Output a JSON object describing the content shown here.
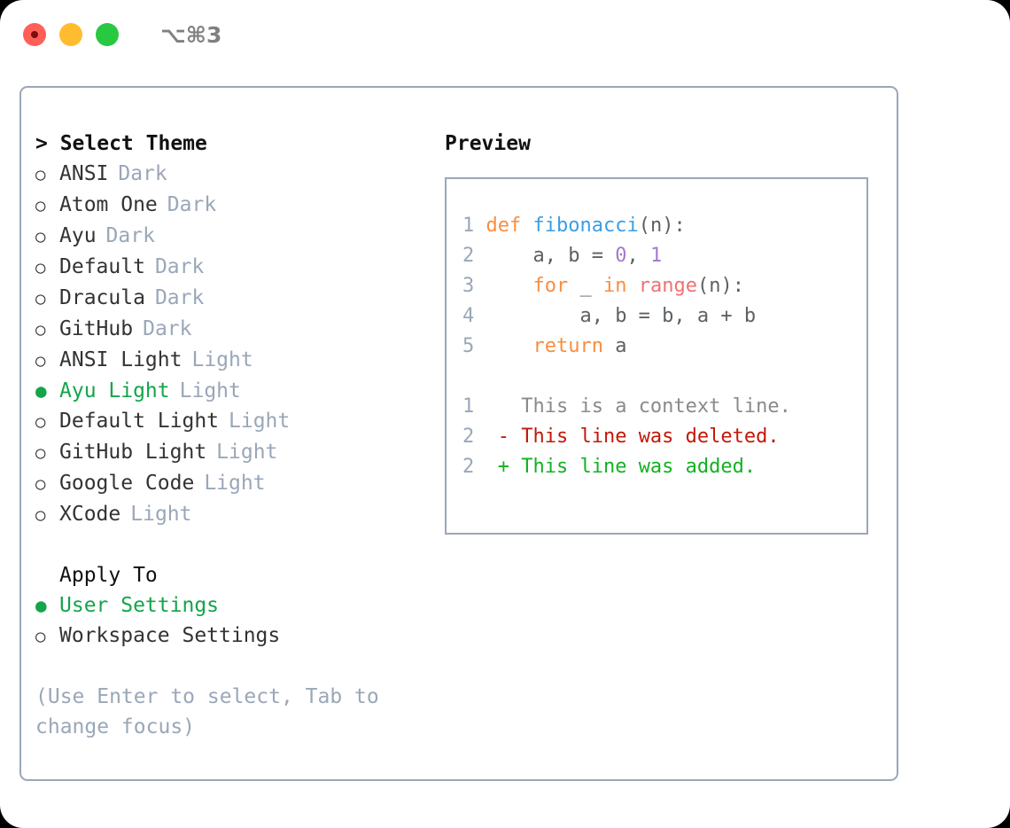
{
  "titlebar": {
    "shortcut": "⌥⌘3",
    "buttons": [
      "close",
      "minimize",
      "maximize"
    ]
  },
  "left": {
    "heading": "> Select Theme",
    "themes": [
      {
        "marker": "○",
        "label": "ANSI",
        "tag": "Dark",
        "selected": false
      },
      {
        "marker": "○",
        "label": "Atom One",
        "tag": "Dark",
        "selected": false
      },
      {
        "marker": "○",
        "label": "Ayu",
        "tag": "Dark",
        "selected": false
      },
      {
        "marker": "○",
        "label": "Default",
        "tag": "Dark",
        "selected": false
      },
      {
        "marker": "○",
        "label": "Dracula",
        "tag": "Dark",
        "selected": false
      },
      {
        "marker": "○",
        "label": "GitHub",
        "tag": "Dark",
        "selected": false
      },
      {
        "marker": "○",
        "label": "ANSI Light",
        "tag": "Light",
        "selected": false
      },
      {
        "marker": "●",
        "label": "Ayu Light",
        "tag": "Light",
        "selected": true
      },
      {
        "marker": "○",
        "label": "Default Light",
        "tag": "Light",
        "selected": false
      },
      {
        "marker": "○",
        "label": "GitHub Light",
        "tag": "Light",
        "selected": false
      },
      {
        "marker": "○",
        "label": "Google Code",
        "tag": "Light",
        "selected": false
      },
      {
        "marker": "○",
        "label": "XCode",
        "tag": "Light",
        "selected": false
      }
    ],
    "apply_to_heading": "Apply To",
    "apply_to": [
      {
        "marker": "●",
        "label": "User Settings",
        "selected": true
      },
      {
        "marker": "○",
        "label": "Workspace Settings",
        "selected": false
      }
    ],
    "hint": "(Use Enter to select, Tab to change focus)"
  },
  "preview": {
    "title": "Preview",
    "code_lines": [
      {
        "num": "1",
        "tokens": [
          {
            "t": "def ",
            "c": "kw"
          },
          {
            "t": "fibonacci",
            "c": "fn"
          },
          {
            "t": "(n):",
            "c": "txt"
          }
        ]
      },
      {
        "num": "2",
        "tokens": [
          {
            "t": "    a, b = ",
            "c": "txt"
          },
          {
            "t": "0",
            "c": "num"
          },
          {
            "t": ", ",
            "c": "txt"
          },
          {
            "t": "1",
            "c": "num"
          }
        ]
      },
      {
        "num": "3",
        "tokens": [
          {
            "t": "    ",
            "c": "txt"
          },
          {
            "t": "for",
            "c": "kw"
          },
          {
            "t": " _ ",
            "c": "txt"
          },
          {
            "t": "in",
            "c": "kw"
          },
          {
            "t": " ",
            "c": "txt"
          },
          {
            "t": "range",
            "c": "bi"
          },
          {
            "t": "(n):",
            "c": "txt"
          }
        ]
      },
      {
        "num": "4",
        "tokens": [
          {
            "t": "        a, b = b, a + b",
            "c": "txt"
          }
        ]
      },
      {
        "num": "5",
        "tokens": [
          {
            "t": "    ",
            "c": "txt"
          },
          {
            "t": "return",
            "c": "kw"
          },
          {
            "t": " a",
            "c": "txt"
          }
        ]
      }
    ],
    "diff_lines": [
      {
        "num": "1",
        "marker": " ",
        "text": "This is a context line.",
        "kind": "ctx"
      },
      {
        "num": "2",
        "marker": "-",
        "text": "This line was deleted.",
        "kind": "del"
      },
      {
        "num": "2",
        "marker": "+",
        "text": "This line was added.",
        "kind": "add"
      }
    ]
  },
  "colors": {
    "accent_green": "#13a54a",
    "muted": "#9aa7b8",
    "border": "#9aa7b8",
    "keyword": "#fa8d3e",
    "function": "#399ee6",
    "builtin": "#f07171",
    "number": "#a37acc",
    "diff_added": "#12b122",
    "diff_deleted": "#c21807"
  }
}
